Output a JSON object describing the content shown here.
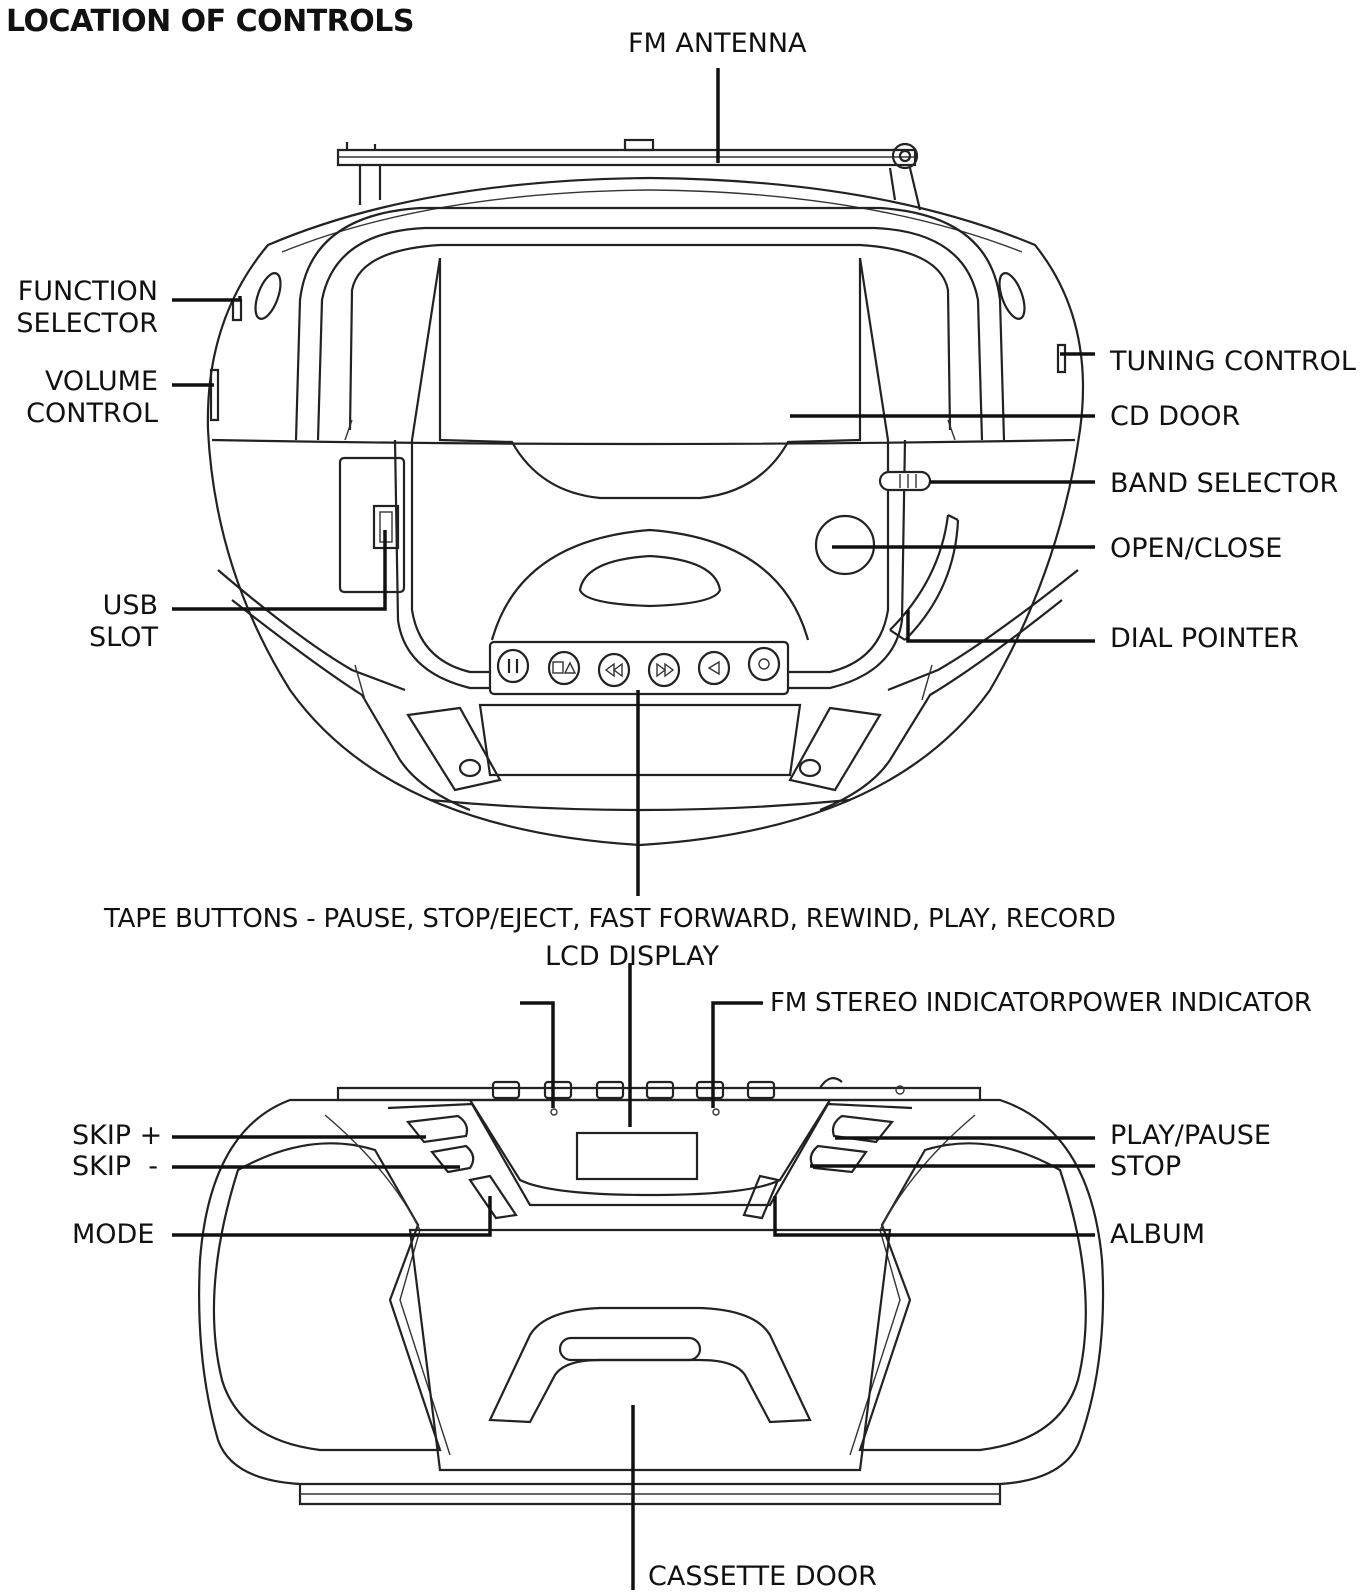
{
  "title": "LOCATION OF CONTROLS",
  "top_unit": {
    "labels": {
      "fm_antenna": "FM ANTENNA",
      "function_selector": [
        "FUNCTION",
        "SELECTOR"
      ],
      "volume_control": [
        "VOLUME",
        "CONTROL"
      ],
      "usb_slot": [
        "USB",
        "SLOT"
      ],
      "tuning_control": "TUNING CONTROL",
      "cd_door": "CD DOOR",
      "band_selector": "BAND SELECTOR",
      "open_close": "OPEN/CLOSE",
      "dial_pointer": "DIAL POINTER",
      "tape_buttons": "TAPE BUTTONS - PAUSE, STOP/EJECT, FAST FORWARD, REWIND, PLAY, RECORD"
    }
  },
  "front_unit": {
    "labels": {
      "lcd_display": "LCD DISPLAY",
      "fm_stereo_power_indicator": "FM STEREO INDICATORPOWER INDICATOR",
      "skip_plus": "SKIP +",
      "skip_minus": "SKIP  -",
      "mode": "MODE",
      "play_pause": "PLAY/PAUSE",
      "stop": "STOP",
      "album": "ALBUM",
      "cassette_door": "CASSETTE DOOR"
    }
  },
  "icons": [
    "pause-icon",
    "stop-eject-icon",
    "fast-forward-icon",
    "rewind-icon",
    "play-icon",
    "record-icon"
  ]
}
